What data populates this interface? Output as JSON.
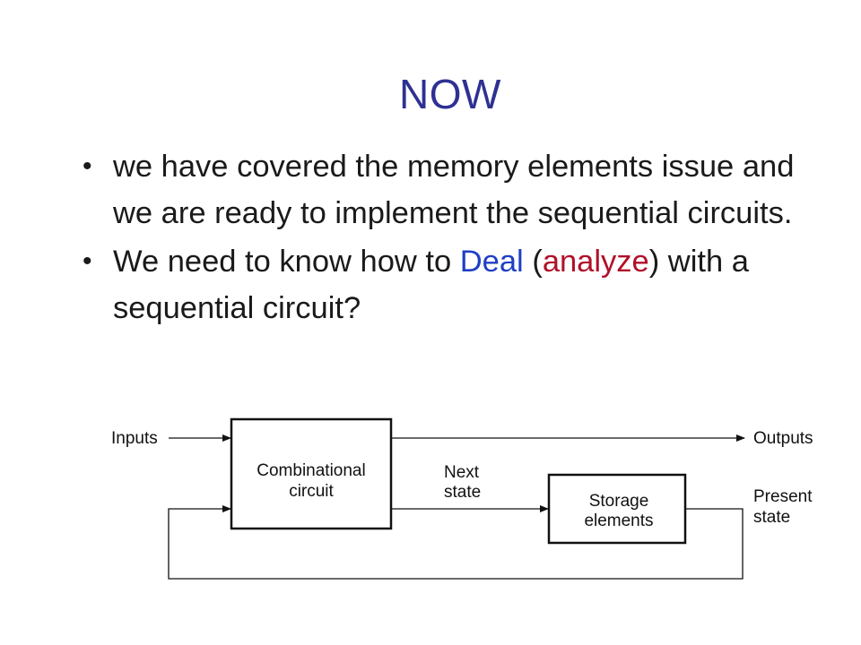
{
  "slide": {
    "title": "NOW",
    "bullets": [
      {
        "text": "we have covered the memory elements issue and we are ready to implement the sequential circuits."
      },
      {
        "prefix": "We need to know how to ",
        "highlight_blue": "Deal",
        "middle": " (",
        "highlight_red": "analyze",
        "suffix": ") with a sequential circuit?"
      }
    ],
    "colors": {
      "title": "#2e3192",
      "highlight_blue": "#1f3fc4",
      "highlight_red": "#b0102a"
    }
  },
  "diagram": {
    "inputs_label": "Inputs",
    "outputs_label": "Outputs",
    "combinational_line1": "Combinational",
    "combinational_line2": "circuit",
    "next_state_line1": "Next",
    "next_state_line2": "state",
    "storage_line1": "Storage",
    "storage_line2": "elements",
    "present_state_line1": "Present",
    "present_state_line2": "state"
  }
}
